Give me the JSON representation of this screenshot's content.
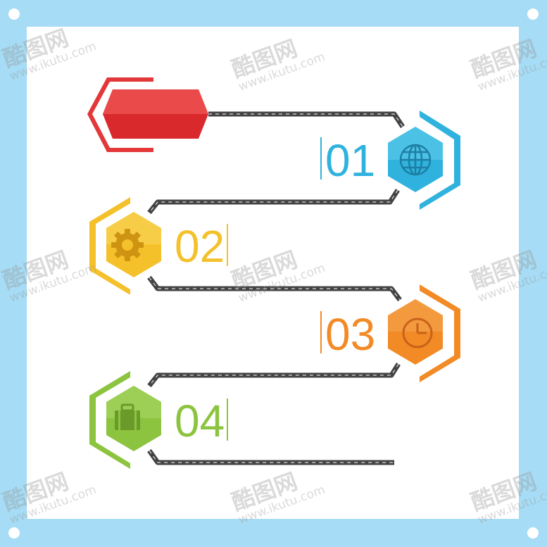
{
  "steps": [
    {
      "number": "01",
      "color": "#2fb2dd",
      "icon": "globe-icon"
    },
    {
      "number": "02",
      "color": "#f4c12b",
      "icon": "gear-icon"
    },
    {
      "number": "03",
      "color": "#f28a25",
      "icon": "clock-icon"
    },
    {
      "number": "04",
      "color": "#8cc43f",
      "icon": "briefcase-icon"
    }
  ],
  "start_arrow": {
    "color": "#e3373a"
  },
  "road": {
    "color": "#444444",
    "dash_color": "#ffffff"
  },
  "frame": {
    "color": "#a6dcf5"
  },
  "watermark": {
    "logo_text": "酷图网",
    "url_text": "www.ikutu.com"
  }
}
